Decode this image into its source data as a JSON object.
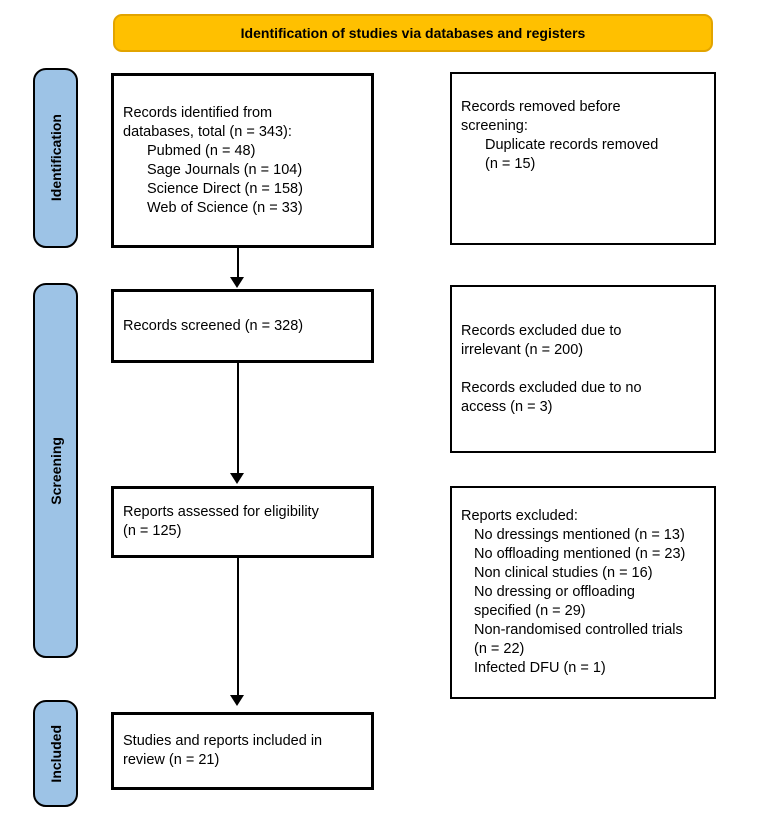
{
  "title_banner": "Identification of studies via databases and registers",
  "colors": {
    "banner_fill": "#FFC000",
    "banner_border": "#E2A400",
    "stage_fill": "#9DC3E6",
    "stage_border": "#000000",
    "box_border": "#000000",
    "arrow_color": "#000000"
  },
  "stages": [
    {
      "label": "Identification"
    },
    {
      "label": "Screening"
    },
    {
      "label": "Included"
    }
  ],
  "boxes": {
    "records_identified": {
      "lines": [
        {
          "t": "Records identified from",
          "i": 0
        },
        {
          "t": "databases, total (n = 343):",
          "i": 0
        },
        {
          "t": "Pubmed (n = 48)",
          "i": 1
        },
        {
          "t": "Sage Journals (n = 104)",
          "i": 1
        },
        {
          "t": "Science Direct (n = 158)",
          "i": 1
        },
        {
          "t": "Web of Science (n = 33)",
          "i": 1
        }
      ]
    },
    "records_removed": {
      "lines": [
        {
          "t": "Records removed before",
          "i": 0
        },
        {
          "t": "screening:",
          "i": 0
        },
        {
          "t": "Duplicate records removed",
          "i": 1
        },
        {
          "t": "(n = 15)",
          "i": 1
        }
      ]
    },
    "records_screened": {
      "lines": [
        {
          "t": "Records screened (n = 328)",
          "i": 0
        }
      ]
    },
    "records_excluded_screening": {
      "lines": [
        {
          "t": "Records excluded due to",
          "i": 0
        },
        {
          "t": "irrelevant (n = 200)",
          "i": 0
        },
        {
          "t": "",
          "i": 0
        },
        {
          "t": "Records excluded due to no",
          "i": 0
        },
        {
          "t": "access (n = 3)",
          "i": 0
        }
      ]
    },
    "reports_assessed": {
      "lines": [
        {
          "t": "Reports assessed for eligibility",
          "i": 0
        },
        {
          "t": "(n = 125)",
          "i": 0
        }
      ]
    },
    "reports_excluded": {
      "lines": [
        {
          "t": "Reports excluded:",
          "i": 0
        },
        {
          "t": "No dressings mentioned (n = 13)",
          "i": 1
        },
        {
          "t": "No offloading mentioned (n = 23)",
          "i": 1
        },
        {
          "t": "Non clinical studies (n = 16)",
          "i": 1
        },
        {
          "t": "No dressing or offloading",
          "i": 1
        },
        {
          "t": "specified (n = 29)",
          "i": 1
        },
        {
          "t": "Non-randomised controlled trials",
          "i": 1
        },
        {
          "t": "(n = 22)",
          "i": 1
        },
        {
          "t": "Infected DFU (n = 1)",
          "i": 1
        }
      ]
    },
    "studies_included": {
      "lines": [
        {
          "t": "Studies and reports included in",
          "i": 0
        },
        {
          "t": "review (n = 21)",
          "i": 0
        }
      ]
    }
  }
}
